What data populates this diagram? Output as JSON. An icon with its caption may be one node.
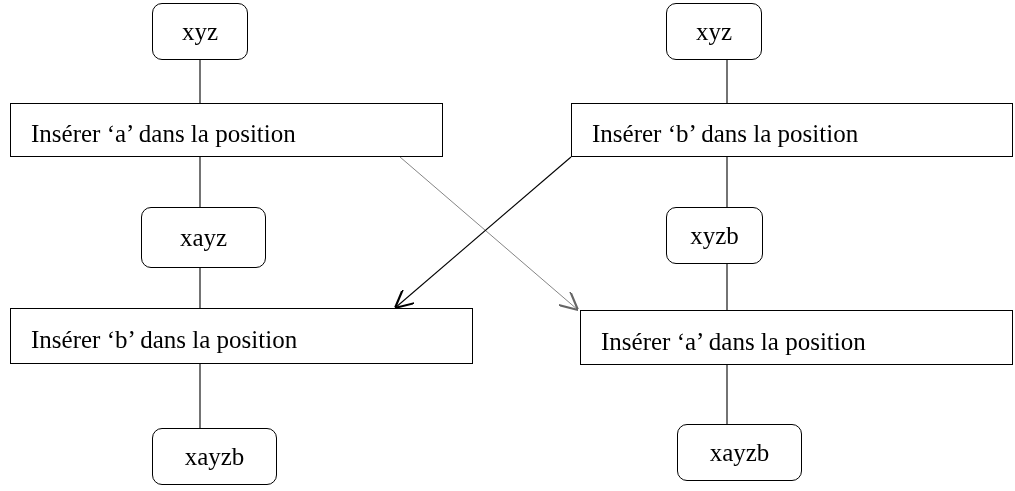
{
  "diagram": {
    "nodes": [
      {
        "text": [
          "xyz"
        ]
      },
      {
        "text": [
          "xyz"
        ]
      },
      {
        "text": [
          "Insérer ‘a’ dans la position"
        ]
      },
      {
        "text": [
          "Insérer ‘b’ dans la position"
        ]
      },
      {
        "text": [
          "xayz"
        ]
      },
      {
        "text": [
          "xyzb"
        ]
      },
      {
        "text": [
          "Insérer ‘b’ dans la position"
        ]
      },
      {
        "text": [
          "Insérer ‘a’ dans la position"
        ]
      },
      {
        "text": [
          "xayzb"
        ]
      },
      {
        "text": [
          "xayzb"
        ]
      }
    ],
    "edges": [
      {
        "from": 0,
        "to": 2,
        "arrow": "none"
      },
      {
        "from": 2,
        "to": 4,
        "arrow": "none"
      },
      {
        "from": 4,
        "to": 6,
        "arrow": "none"
      },
      {
        "from": 6,
        "to": 8,
        "arrow": "none"
      },
      {
        "from": 1,
        "to": 3,
        "arrow": "none"
      },
      {
        "from": 3,
        "to": 5,
        "arrow": "none"
      },
      {
        "from": 5,
        "to": 7,
        "arrow": "none"
      },
      {
        "from": 7,
        "to": 9,
        "arrow": "none"
      },
      {
        "from": 2,
        "to": 7,
        "arrow": "to",
        "color": "#666666"
      },
      {
        "from": 3,
        "to": 6,
        "arrow": "to"
      }
    ]
  }
}
